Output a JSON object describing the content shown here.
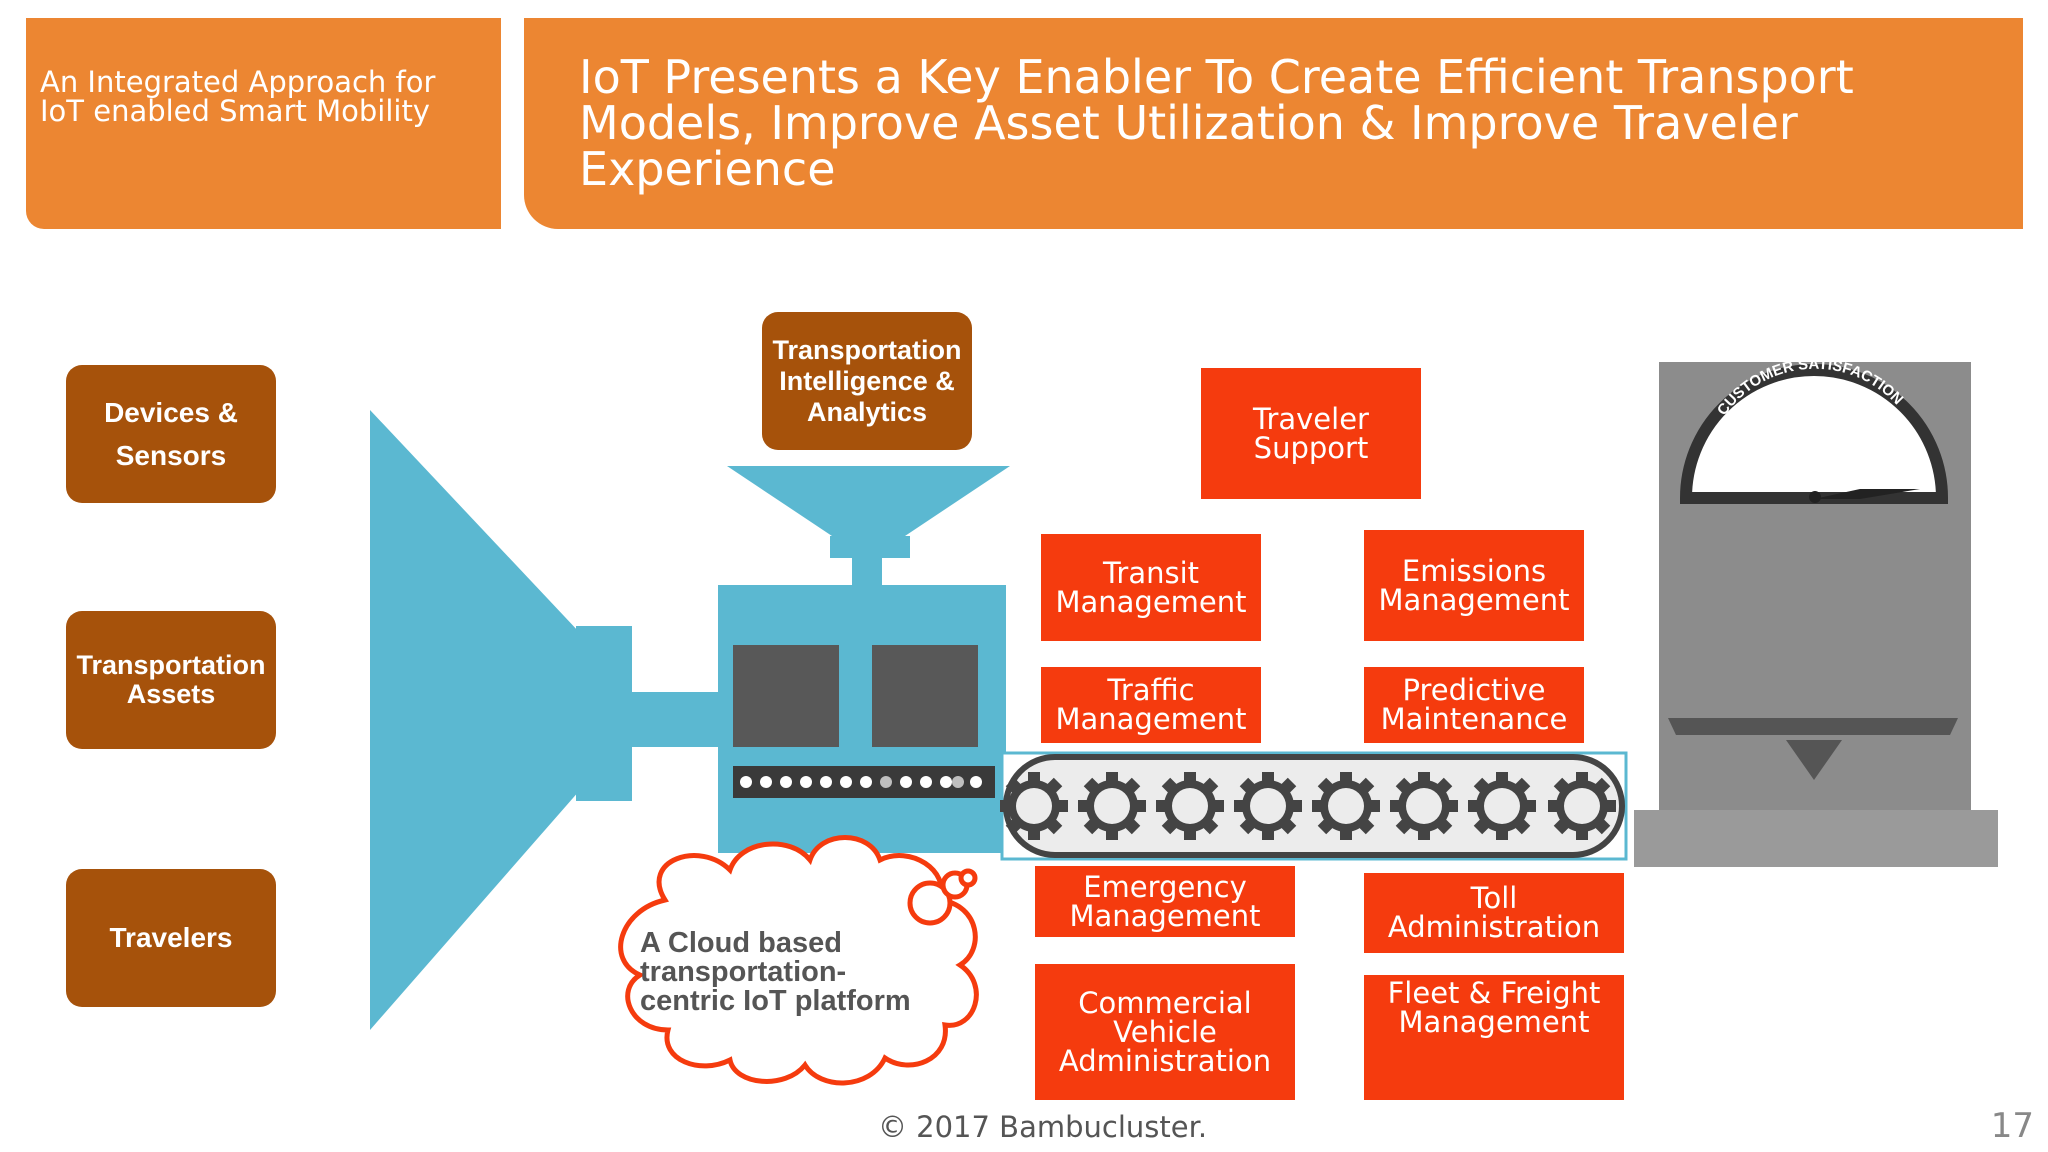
{
  "header": {
    "subtitle": "An Integrated Approach for\nIoT enabled Smart Mobility",
    "title": "IoT Presents a Key Enabler To Create Efficient Transport\nModels, Improve Asset Utilization & Improve Traveler\nExperience"
  },
  "inputs": [
    {
      "label": "Devices &\nSensors"
    },
    {
      "label": "Transportation\nAssets"
    },
    {
      "label": "Travelers"
    }
  ],
  "analytics": {
    "label": "Transportation\nIntelligence &\nAnalytics"
  },
  "outcomes": [
    {
      "label": "Traveler\nSupport"
    },
    {
      "label": "Transit\nManagement"
    },
    {
      "label": "Emissions\nManagement"
    },
    {
      "label": "Traffic\nManagement"
    },
    {
      "label": "Predictive\nMaintenance"
    },
    {
      "label": "Emergency\nManagement"
    },
    {
      "label": "Toll\nAdministration"
    },
    {
      "label": "Commercial\nVehicle\nAdministration"
    },
    {
      "label": "Fleet  & Freight\nManagement"
    }
  ],
  "cloud": {
    "label": "A Cloud based\ntransportation-\ncentric IoT platform"
  },
  "gauge": {
    "label": "CUSTOMER SATISFACTION"
  },
  "colors": {
    "orange": "#ec8632",
    "brown": "#a6520b",
    "red": "#f53b0e",
    "blue": "#5bb8d1",
    "gray": "#8c8c8c"
  },
  "footer": {
    "copyright": "© 2017 Bambucluster.",
    "page": "17"
  }
}
